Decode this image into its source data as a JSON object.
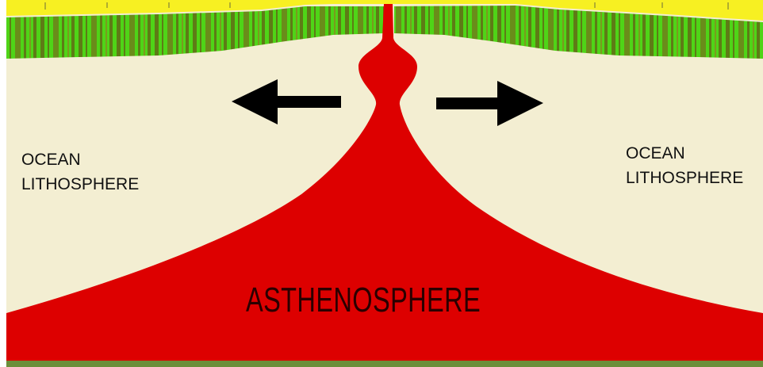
{
  "labels": {
    "left_plate": [
      "OCEAN",
      "LITHOSPHERE"
    ],
    "right_plate": [
      "OCEAN",
      "LITHOSPHERE"
    ],
    "mantle": "ASTHENOSPHERE"
  },
  "arrows": {
    "left": "pointing-left",
    "right": "pointing-right"
  },
  "colors": {
    "lithosphere": "#f3eed2",
    "asthenosphere": "#dd0000",
    "crust_green": "#4fd417",
    "crust_dark": "#5e7b16",
    "sediment_yellow": "#f7f022",
    "arrow": "#000000",
    "bottom_border": "#6b8f3a"
  }
}
